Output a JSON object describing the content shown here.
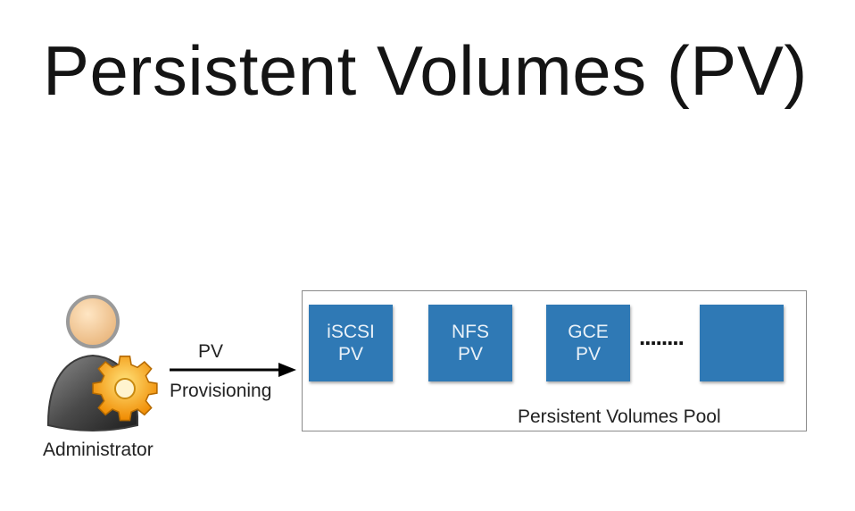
{
  "title": "Persistent Volumes (PV)",
  "administrator": {
    "label": "Administrator",
    "icon": "admin-gear-icon"
  },
  "arrow": {
    "label_top": "PV",
    "label_bottom": "Provisioning"
  },
  "pool": {
    "label": "Persistent Volumes Pool",
    "volumes": [
      {
        "line1": "iSCSI",
        "line2": "PV"
      },
      {
        "line1": "NFS",
        "line2": "PV"
      },
      {
        "line1": "GCE",
        "line2": "PV"
      },
      {
        "line1": "",
        "line2": ""
      }
    ],
    "ellipsis": "........"
  },
  "colors": {
    "volume_fill": "#2f79b5",
    "pool_border": "#8a8a8a",
    "gear": "#f2a516"
  }
}
